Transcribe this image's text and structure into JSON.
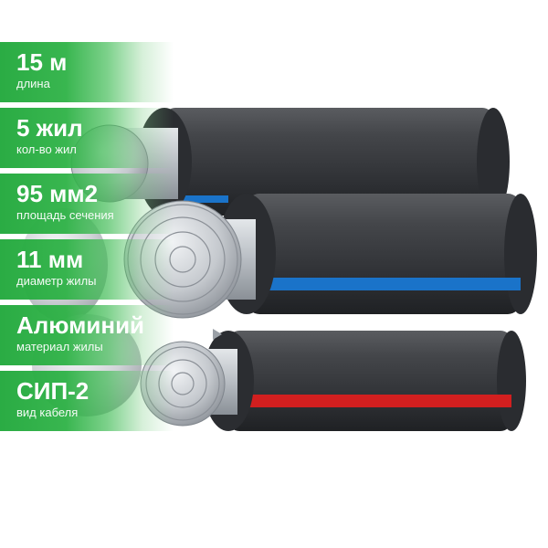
{
  "product_image": {
    "subject": "cable",
    "sheath_color": "#3a3b3f",
    "core_color": "#c9cdd2",
    "stripe_colors": [
      "#1a73c9",
      "#d21f1f"
    ]
  },
  "specs": [
    {
      "value": "15 м",
      "label": "длина"
    },
    {
      "value": "5 жил",
      "label": "кол-во жил"
    },
    {
      "value": "95 мм2",
      "label": "площадь сечения"
    },
    {
      "value": "11 мм",
      "label": "диаметр жилы"
    },
    {
      "value": "Алюминий",
      "label": "материал жилы"
    },
    {
      "value": "СИП-2",
      "label": "вид кабеля"
    }
  ],
  "colors": {
    "accent_green": "#2eb246",
    "text_on_green": "#ffffff"
  }
}
